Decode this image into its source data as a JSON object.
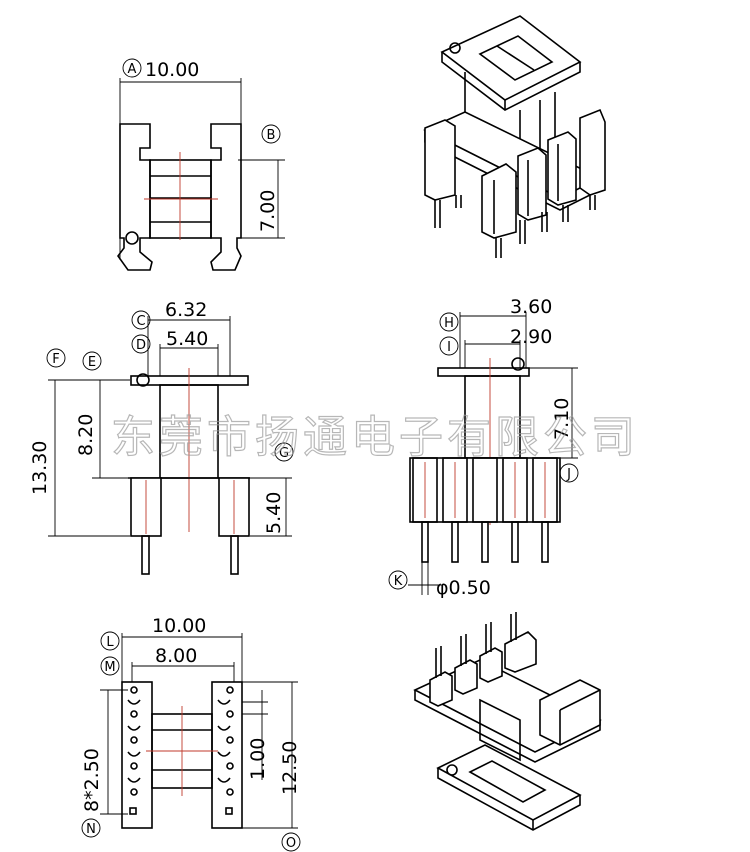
{
  "dimensions": {
    "top_width": "10.00",
    "top_height": "7.00",
    "front_outer_width": "6.32",
    "front_inner_width": "5.40",
    "front_total_height": "13.30",
    "front_body_height": "8.20",
    "front_base_height": "5.40",
    "side_outer_width": "3.60",
    "side_inner_width": "2.90",
    "side_height": "7.10",
    "pin_diameter": "φ0.50",
    "bottom_outer_width": "10.00",
    "bottom_inner_width": "8.00",
    "pin_pitch": "8*2.50",
    "pin_offset": "1.00",
    "bottom_height": "12.50"
  },
  "markers": [
    "A",
    "B",
    "C",
    "D",
    "E",
    "F",
    "G",
    "H",
    "I",
    "J",
    "K",
    "L",
    "M",
    "N",
    "O"
  ],
  "watermark": "东莞市扬通电子有限公司"
}
